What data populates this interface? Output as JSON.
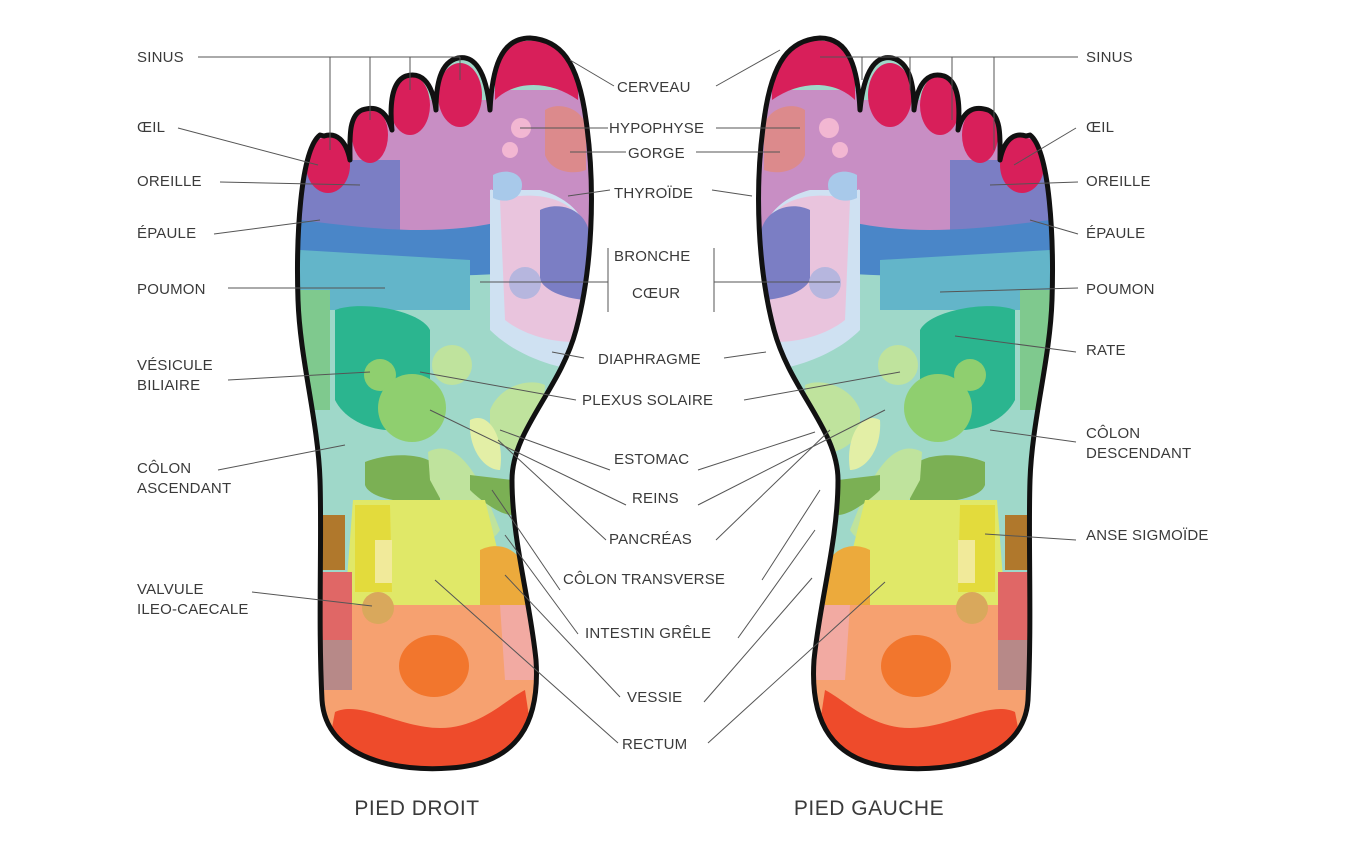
{
  "titles": {
    "right_foot": "PIED DROIT",
    "left_foot": "PIED GAUCHE"
  },
  "labels": {
    "sinus": "SINUS",
    "oeil": "ŒIL",
    "oreille": "OREILLE",
    "epaule": "ÉPAULE",
    "poumon": "POUMON",
    "vesicule_1": "VÉSICULE",
    "vesicule_2": "BILIAIRE",
    "colon_asc_1": "CÔLON",
    "colon_asc_2": "ASCENDANT",
    "valvule_1": "VALVULE",
    "valvule_2": "ILEO-CAECALE",
    "cerveau": "CERVEAU",
    "hypophyse": "HYPOPHYSE",
    "gorge": "GORGE",
    "thyroide": "THYROÏDE",
    "bronche": "BRONCHE",
    "coeur": "CŒUR",
    "diaphragme": "DIAPHRAGME",
    "plexus": "PLEXUS SOLAIRE",
    "estomac": "ESTOMAC",
    "reins": "REINS",
    "pancreas": "PANCRÉAS",
    "colon_transverse": "CÔLON TRANSVERSE",
    "intestin": "INTESTIN GRÊLE",
    "vessie": "VESSIE",
    "rectum": "RECTUM",
    "rate": "RATE",
    "colon_desc_1": "CÔLON",
    "colon_desc_2": "DESCENDANT",
    "anse": "ANSE SIGMOÏDE"
  },
  "colors": {
    "toe_tip": "#d81f5a",
    "shoulder": "#7b7ec4",
    "lung_band": "#4a86c8",
    "lung": "#63b5c9",
    "sole_main": "#9fd8c9",
    "heart_zone": "#e9c4dd",
    "diaphragm": "#cfe1f2",
    "liver": "#2bb58f",
    "stomach": "#8fcf6f",
    "intestine": "#e0e868",
    "heel": "#f6a170",
    "heel_center": "#f2762d",
    "heel_base": "#ee4b2b"
  }
}
